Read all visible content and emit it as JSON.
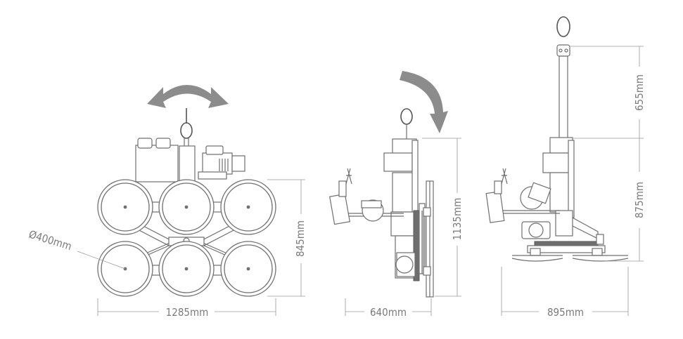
{
  "dimensions": {
    "front_width": "1285mm",
    "front_height": "845mm",
    "cup_diameter": "Ø400mm",
    "side_width": "640mm",
    "side_height": "1135mm",
    "lifted_width": "895mm",
    "lifted_upper_height": "655mm",
    "lifted_lower_height": "875mm"
  },
  "colors": {
    "line": "#6f6f6f",
    "dimension_line": "#9a9a9a",
    "arrow": "#8c8c8c",
    "text": "#7a7a7a"
  },
  "icons": {
    "rotate_arrow": "double-headed-curved-arrow",
    "tilt_arrow": "curved-arrow-clockwise"
  }
}
